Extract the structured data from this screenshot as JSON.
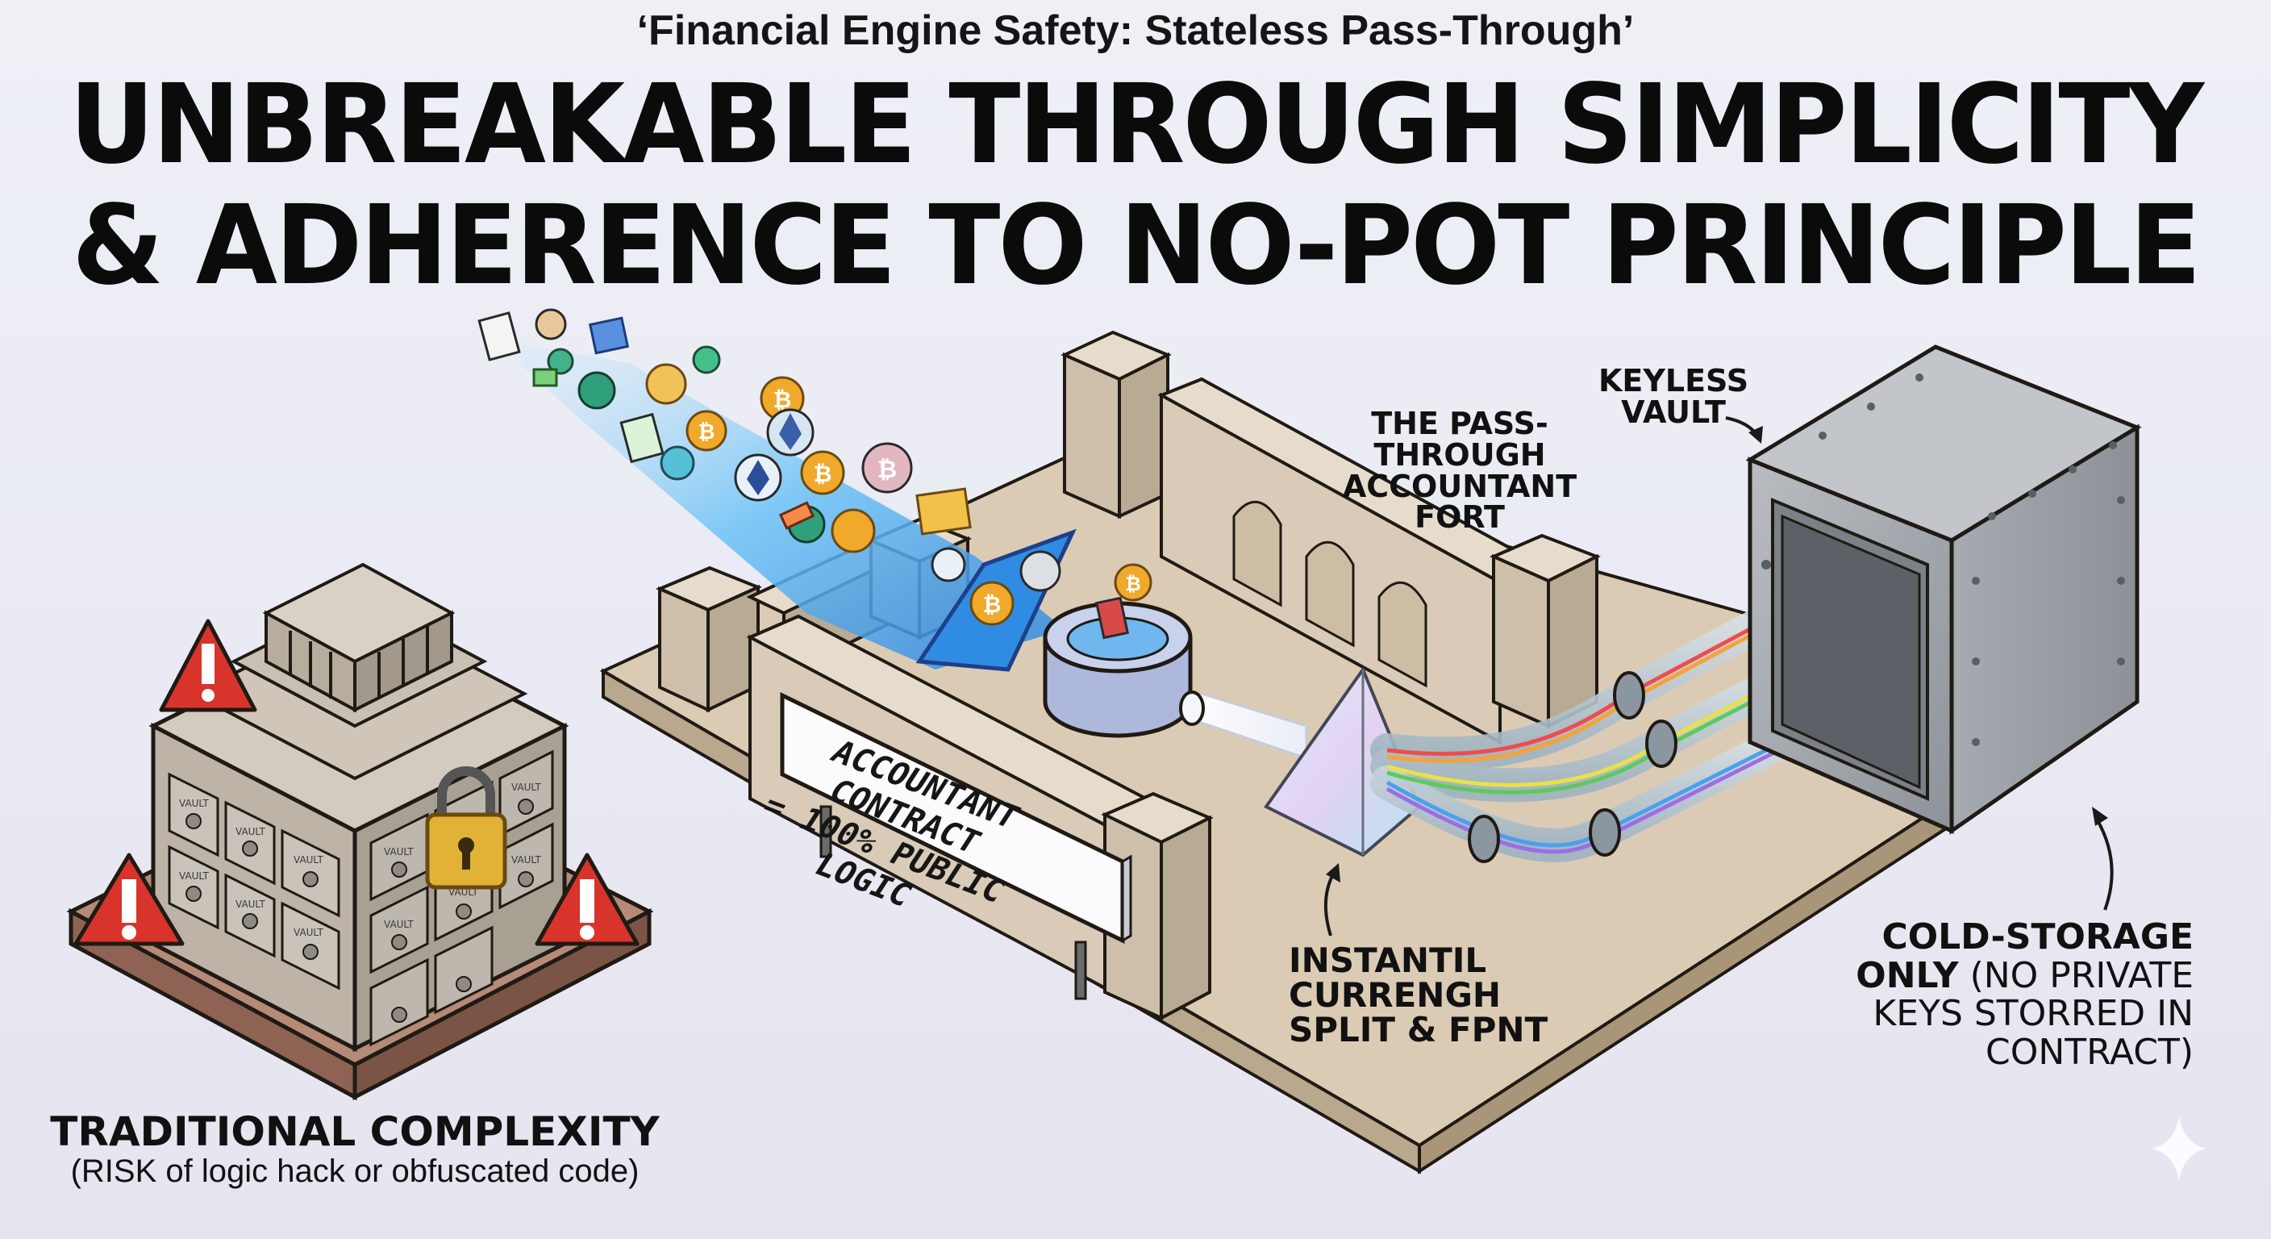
{
  "header": {
    "subtitle": "‘Financial Engine Safety: Stateless Pass-Through’",
    "headline_line1": "UNBREAKABLE THROUGH SIMPLICITY",
    "headline_line2": "& ADHERENCE TO NO-POT PRINCIPLE"
  },
  "labels": {
    "fort": "THE PASS-THROUGH ACCOUNTANT FORT",
    "vault": "KEYLESS VAULT",
    "sign_line1": "ACCOUNTANT CONTRACT",
    "sign_line2": "= 100% PUBLIC LOGIC",
    "instant_line1": "INSTANTIL",
    "instant_line2": "CURRENGH",
    "instant_line3": "SPLIT & FPNT",
    "cold_bold": "COLD-STORAGE ONLY",
    "cold_rest": " (NO PRIVATE KEYS STORRED IN CONTRACT)",
    "traditional_title": "TRADITIONAL COMPLEXITY",
    "traditional_caption": "(RISK of logic hack or obfuscated code)",
    "vault_tag": "VAULT"
  },
  "colors": {
    "background": "#eceef5",
    "fort_wall": "#d9cbb7",
    "floor": "#dccbb4",
    "vault_steel": "#9a9fa5",
    "warning_red": "#d9342b",
    "padlock_gold": "#e2b237",
    "coin_gold": "#f0a92a",
    "stream_blue": "#4aa8f0"
  },
  "icons": {
    "warning": "warning-triangle-icon",
    "padlock": "padlock-icon",
    "coin": "bitcoin-coin-icon",
    "eth": "ethereum-coin-icon",
    "document": "document-icon",
    "prism": "prism-icon",
    "sparkle": "sparkle-icon"
  }
}
